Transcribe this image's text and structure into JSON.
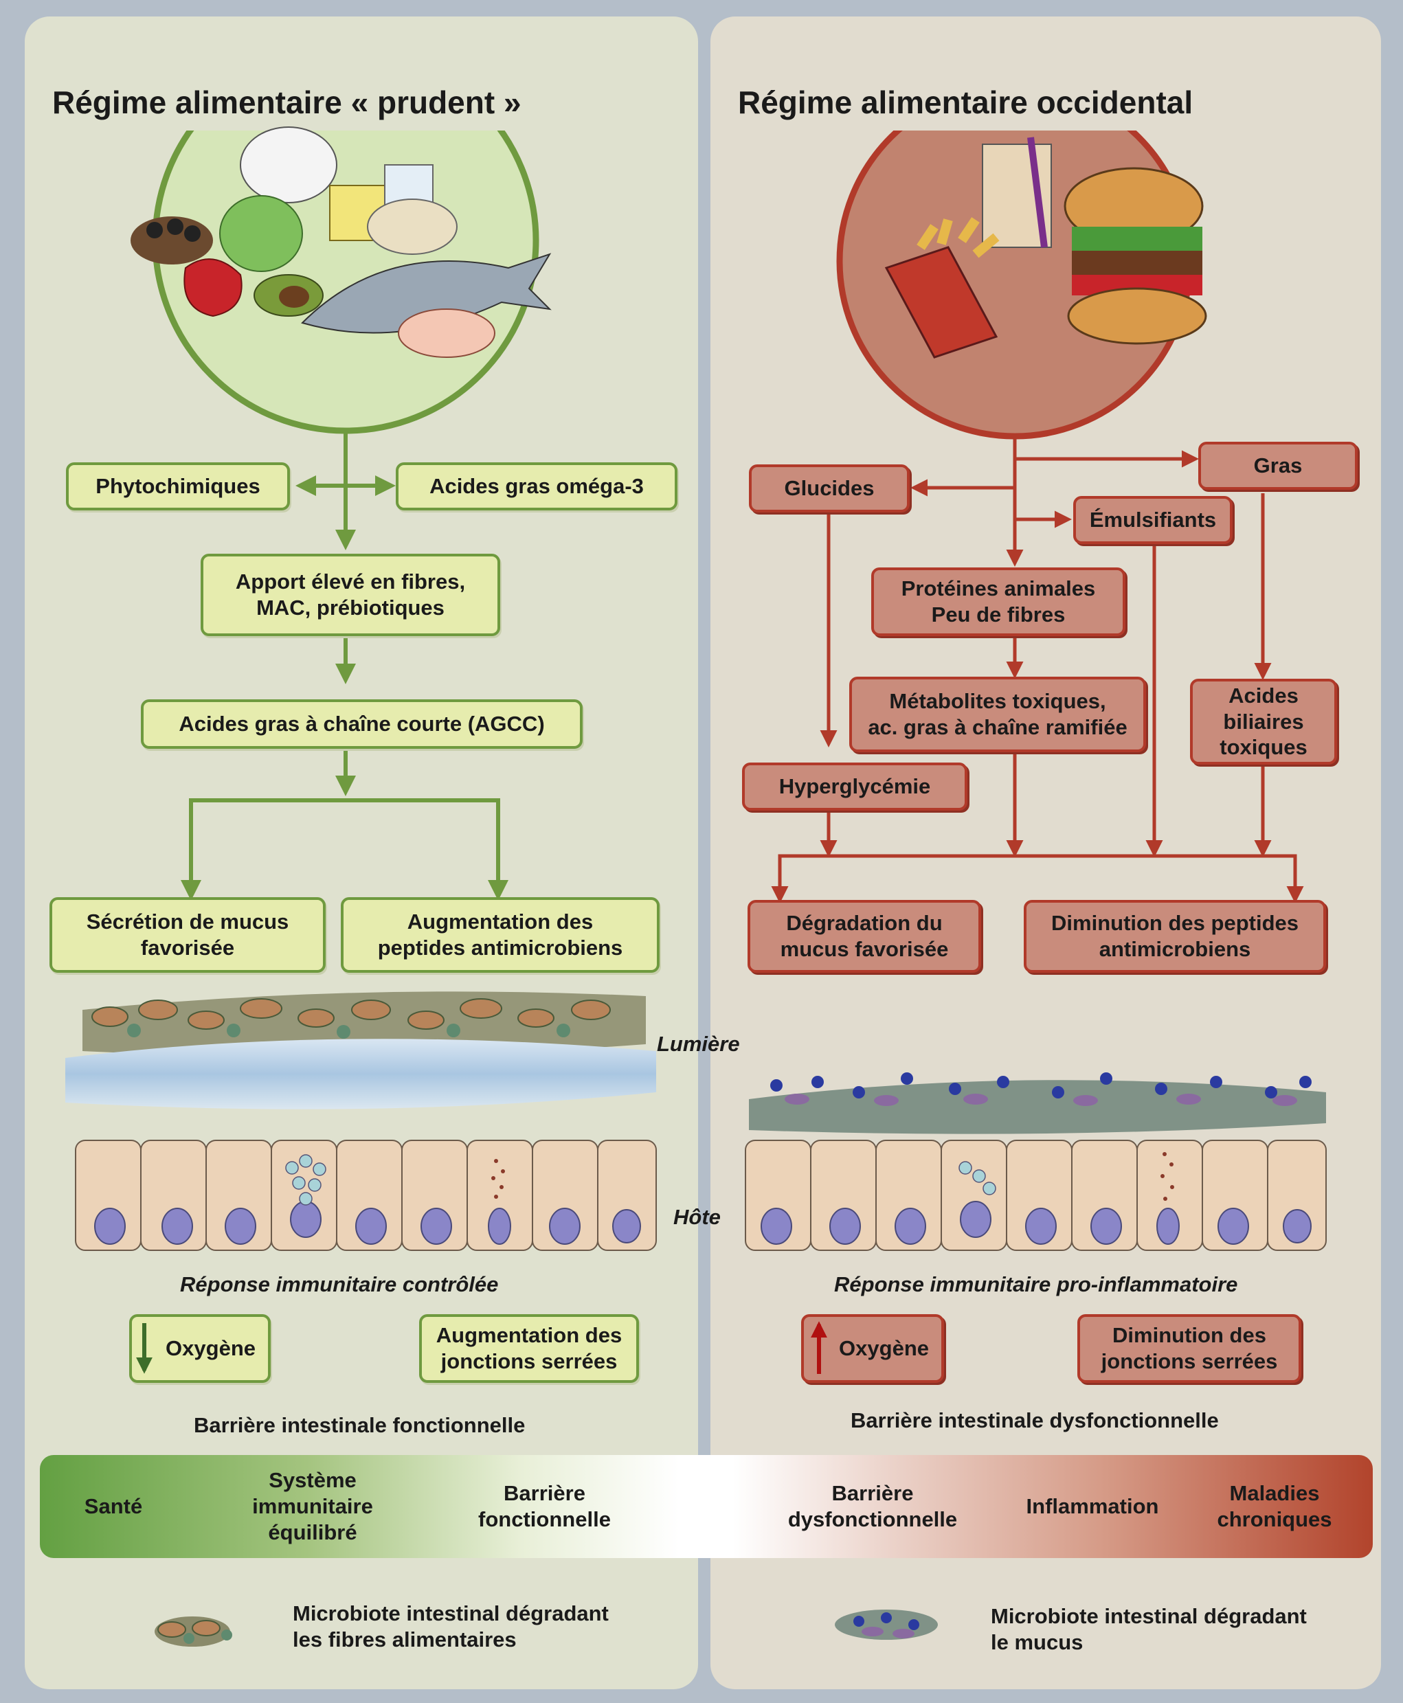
{
  "left": {
    "title": "Régime alimentaire « prudent »",
    "phyto": "Phytochimiques",
    "omega": "Acides gras oméga-3",
    "fibres": "Apport élevé en fibres,\nMAC, prébiotiques",
    "agcc": "Acides gras à chaîne courte (AGCC)",
    "mucus": "Sécrétion de mucus\nfavorisée",
    "peptides": "Augmentation des\npeptides antimicrobiens",
    "immune": "Réponse immunitaire contrôlée",
    "oxygen": "Oxygène",
    "junctions": "Augmentation des\njonctions serrées",
    "barrier": "Barrière intestinale fonctionnelle"
  },
  "right": {
    "title": "Régime alimentaire occidental",
    "glucides": "Glucides",
    "gras": "Gras",
    "emulsifiants": "Émulsifiants",
    "proteines": "Protéines animales\nPeu de fibres",
    "metabolites": "Métabolites toxiques,\nac. gras à chaîne ramifiée",
    "biliaires": "Acides\nbiliaires\ntoxiques",
    "hyperglycemie": "Hyperglycémie",
    "mucus": "Dégradation du\nmucus favorisée",
    "peptides": "Diminution des peptides\nantimicrobiens",
    "immune": "Réponse immunitaire pro-inflammatoire",
    "oxygen": "Oxygène",
    "junctions": "Diminution des\njonctions serrées",
    "barrier": "Barrière intestinale dysfonctionnelle"
  },
  "center": {
    "lumiere": "Lumière",
    "hote": "Hôte"
  },
  "spectrum": {
    "sante": "Santé",
    "systeme": "Système\nimmunitaire\néquilibré",
    "barriere_f": "Barrière\nfonctionnelle",
    "barriere_d": "Barrière\ndysfonctionnelle",
    "inflammation": "Inflammation",
    "maladies": "Maladies\nchroniques"
  },
  "legend": {
    "fibre_microbiota": "Microbiote intestinal dégradant\nles fibres alimentaires",
    "mucus_microbiota": "Microbiote intestinal dégradant\nle mucus"
  },
  "colors": {
    "green_line": "#6f9a3f",
    "green_box": "#e6ecae",
    "red_line": "#b13a2a",
    "red_box": "#c98c7c"
  }
}
